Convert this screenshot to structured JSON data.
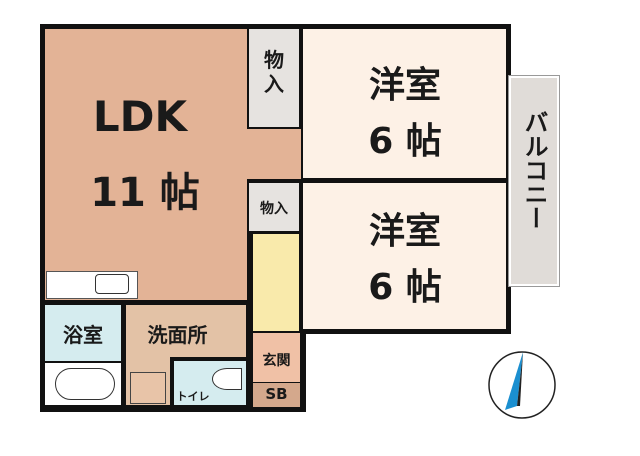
{
  "rooms": {
    "ldk": {
      "name": "LDK",
      "size": "11 帖"
    },
    "closet_top": {
      "name": "物入"
    },
    "western_top": {
      "name": "洋室",
      "size": "6 帖"
    },
    "western_bottom": {
      "name": "洋室",
      "size": "6 帖"
    },
    "closet_small": {
      "name": "物入"
    },
    "balcony": {
      "name": "バルコニー"
    },
    "bath": {
      "name": "浴室"
    },
    "washroom": {
      "name": "洗面所"
    },
    "toilet": {
      "name": "トイレ"
    },
    "entrance": {
      "name": "玄関"
    },
    "shoebox": {
      "name": "SB"
    }
  },
  "colors": {
    "ldk": "#e3b396",
    "western": "#fdf1e6",
    "closet": "#e6e3e0",
    "hall": "#f9eaab",
    "wet": "#d5ecef",
    "entrance": "#f0c1a6",
    "compass": "#1b8fd0"
  }
}
